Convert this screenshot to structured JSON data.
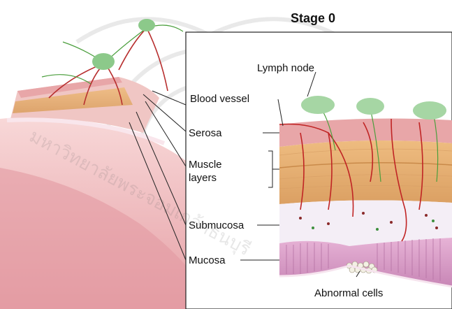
{
  "diagram": {
    "title": "Stage 0",
    "labels": {
      "lymph_node": "Lymph node",
      "blood_vessel": "Blood vessel",
      "serosa": "Serosa",
      "muscle_line1": "Muscle",
      "muscle_line2": "layers",
      "submucosa": "Submucosa",
      "mucosa": "Mucosa",
      "abnormal_cells": "Abnormal cells"
    },
    "watermark_text": "มหาวิทยาลัยพระจอมเกล้าธนบุรี"
  },
  "colors": {
    "serosa": "#e8a6a8",
    "muscle": "#e8b275",
    "submucosa": "#f4eef6",
    "mucosa": "#d99ac4",
    "lymph_node": "#a6d6a4",
    "blood_vessel": "#c02424",
    "tissue_pink": "#f2b9bb",
    "abnormal_cells": "#f3f1e4"
  }
}
